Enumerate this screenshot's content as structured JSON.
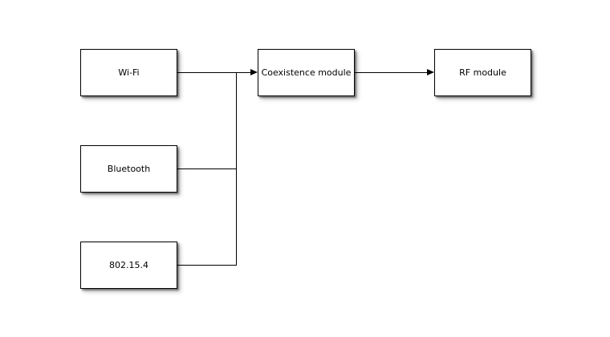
{
  "diagram": {
    "type": "block-diagram",
    "background_color": "#ffffff",
    "node_fill_color": "#ffffff",
    "node_border_color": "#000000",
    "connector_color": "#000000",
    "text_color": "#000000",
    "nodes": [
      {
        "id": "wifi",
        "label": "Wi-Fi"
      },
      {
        "id": "bluetooth",
        "label": "Bluetooth"
      },
      {
        "id": "ieee-802-15-4",
        "label": "802.15.4"
      },
      {
        "id": "coexistence-module",
        "label": "Coexistence module"
      },
      {
        "id": "rf-module",
        "label": "RF module"
      }
    ],
    "connections": [
      {
        "from": "Wi-Fi",
        "to": "Coexistence module",
        "arrow": true
      },
      {
        "from": "Bluetooth",
        "to": "Coexistence module",
        "arrow": true
      },
      {
        "from": "802.15.4",
        "to": "Coexistence module",
        "arrow": true
      },
      {
        "from": "Coexistence module",
        "to": "RF module",
        "arrow": true
      }
    ]
  }
}
